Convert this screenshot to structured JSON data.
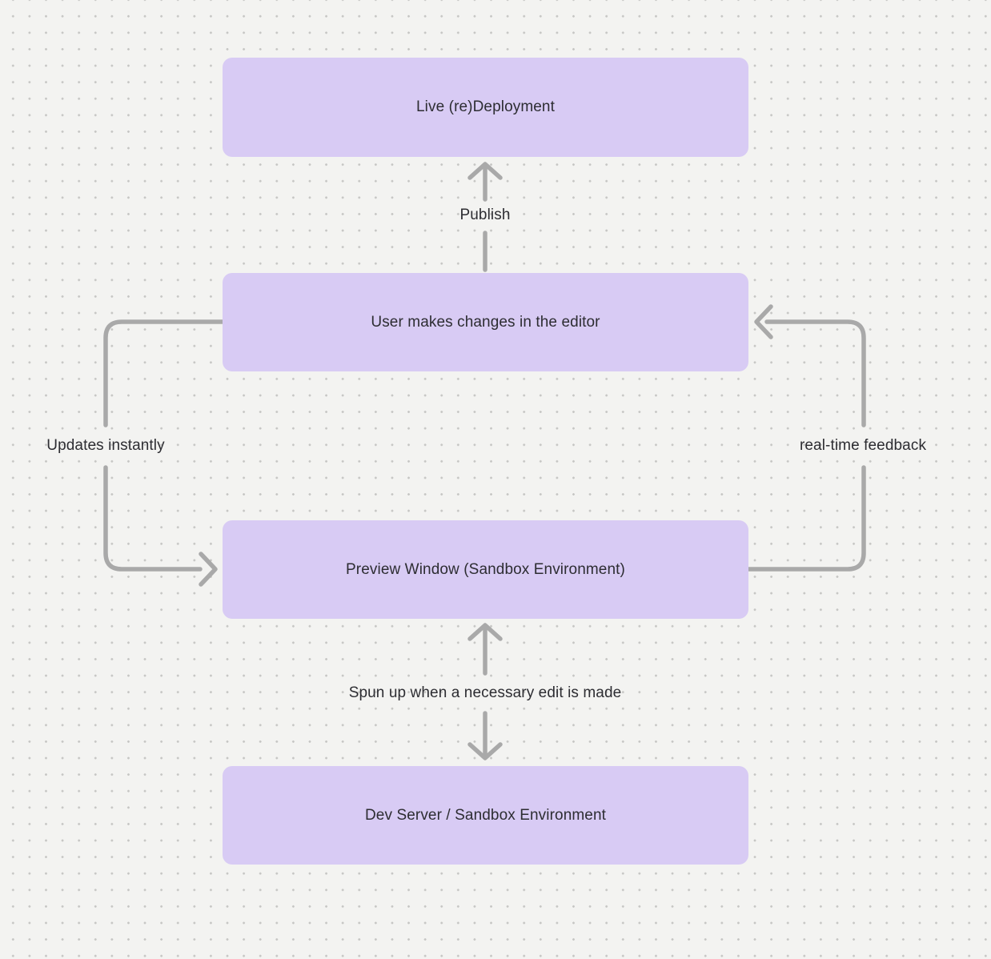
{
  "diagram": {
    "type": "flowchart",
    "nodes": [
      {
        "id": "live-redeployment",
        "label": "Live (re)Deployment"
      },
      {
        "id": "user-editor",
        "label": "User makes changes in the editor"
      },
      {
        "id": "preview-window",
        "label": "Preview Window (Sandbox Environment)"
      },
      {
        "id": "dev-server",
        "label": "Dev Server / Sandbox Environment"
      }
    ],
    "edges": [
      {
        "id": "publish",
        "label": "Publish",
        "from": "user-editor",
        "to": "live-redeployment",
        "direction": "up"
      },
      {
        "id": "updates-instantly",
        "label": "Updates instantly",
        "from": "user-editor",
        "to": "preview-window",
        "direction": "down-left-loop"
      },
      {
        "id": "real-time-feedback",
        "label": "real-time feedback",
        "from": "preview-window",
        "to": "user-editor",
        "direction": "up-right-loop"
      },
      {
        "id": "spun-up",
        "label": "Spun up when a necessary edit is made",
        "from": "preview-window",
        "to": "dev-server",
        "direction": "both"
      }
    ]
  },
  "colors": {
    "background": "#f3f3f1",
    "dot": "#c6c6c4",
    "node_fill": "#d8cbf4",
    "arrow": "#a9a9a9",
    "text": "#2d2d32"
  }
}
